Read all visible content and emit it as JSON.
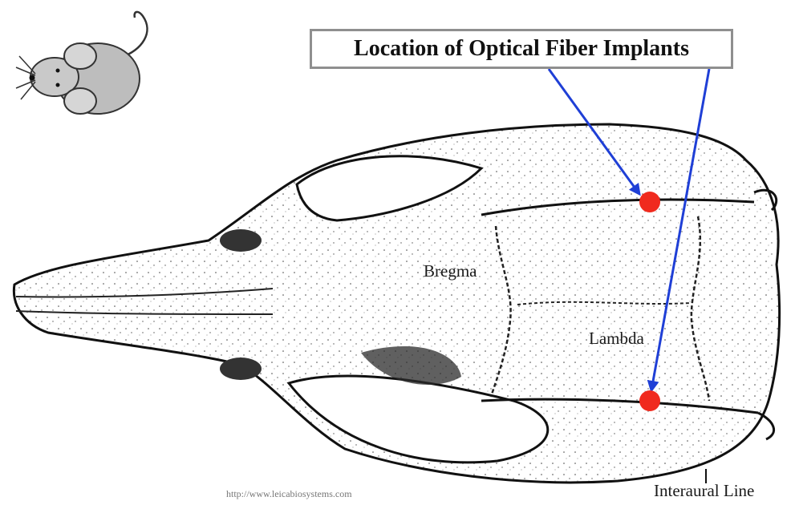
{
  "title": "Location of Optical Fiber Implants",
  "labels": {
    "bregma": "Bregma",
    "lambda": "Lambda",
    "interaural": "Interaural Line",
    "credit": "http://www.leicabiosystems.com"
  },
  "colors": {
    "implant": "#f02a1e",
    "arrow": "#1f3fd6",
    "bone_outline": "#111111",
    "title_border": "#8f8f8f"
  },
  "icons": [
    "mouse-icon",
    "skull-illustration"
  ]
}
